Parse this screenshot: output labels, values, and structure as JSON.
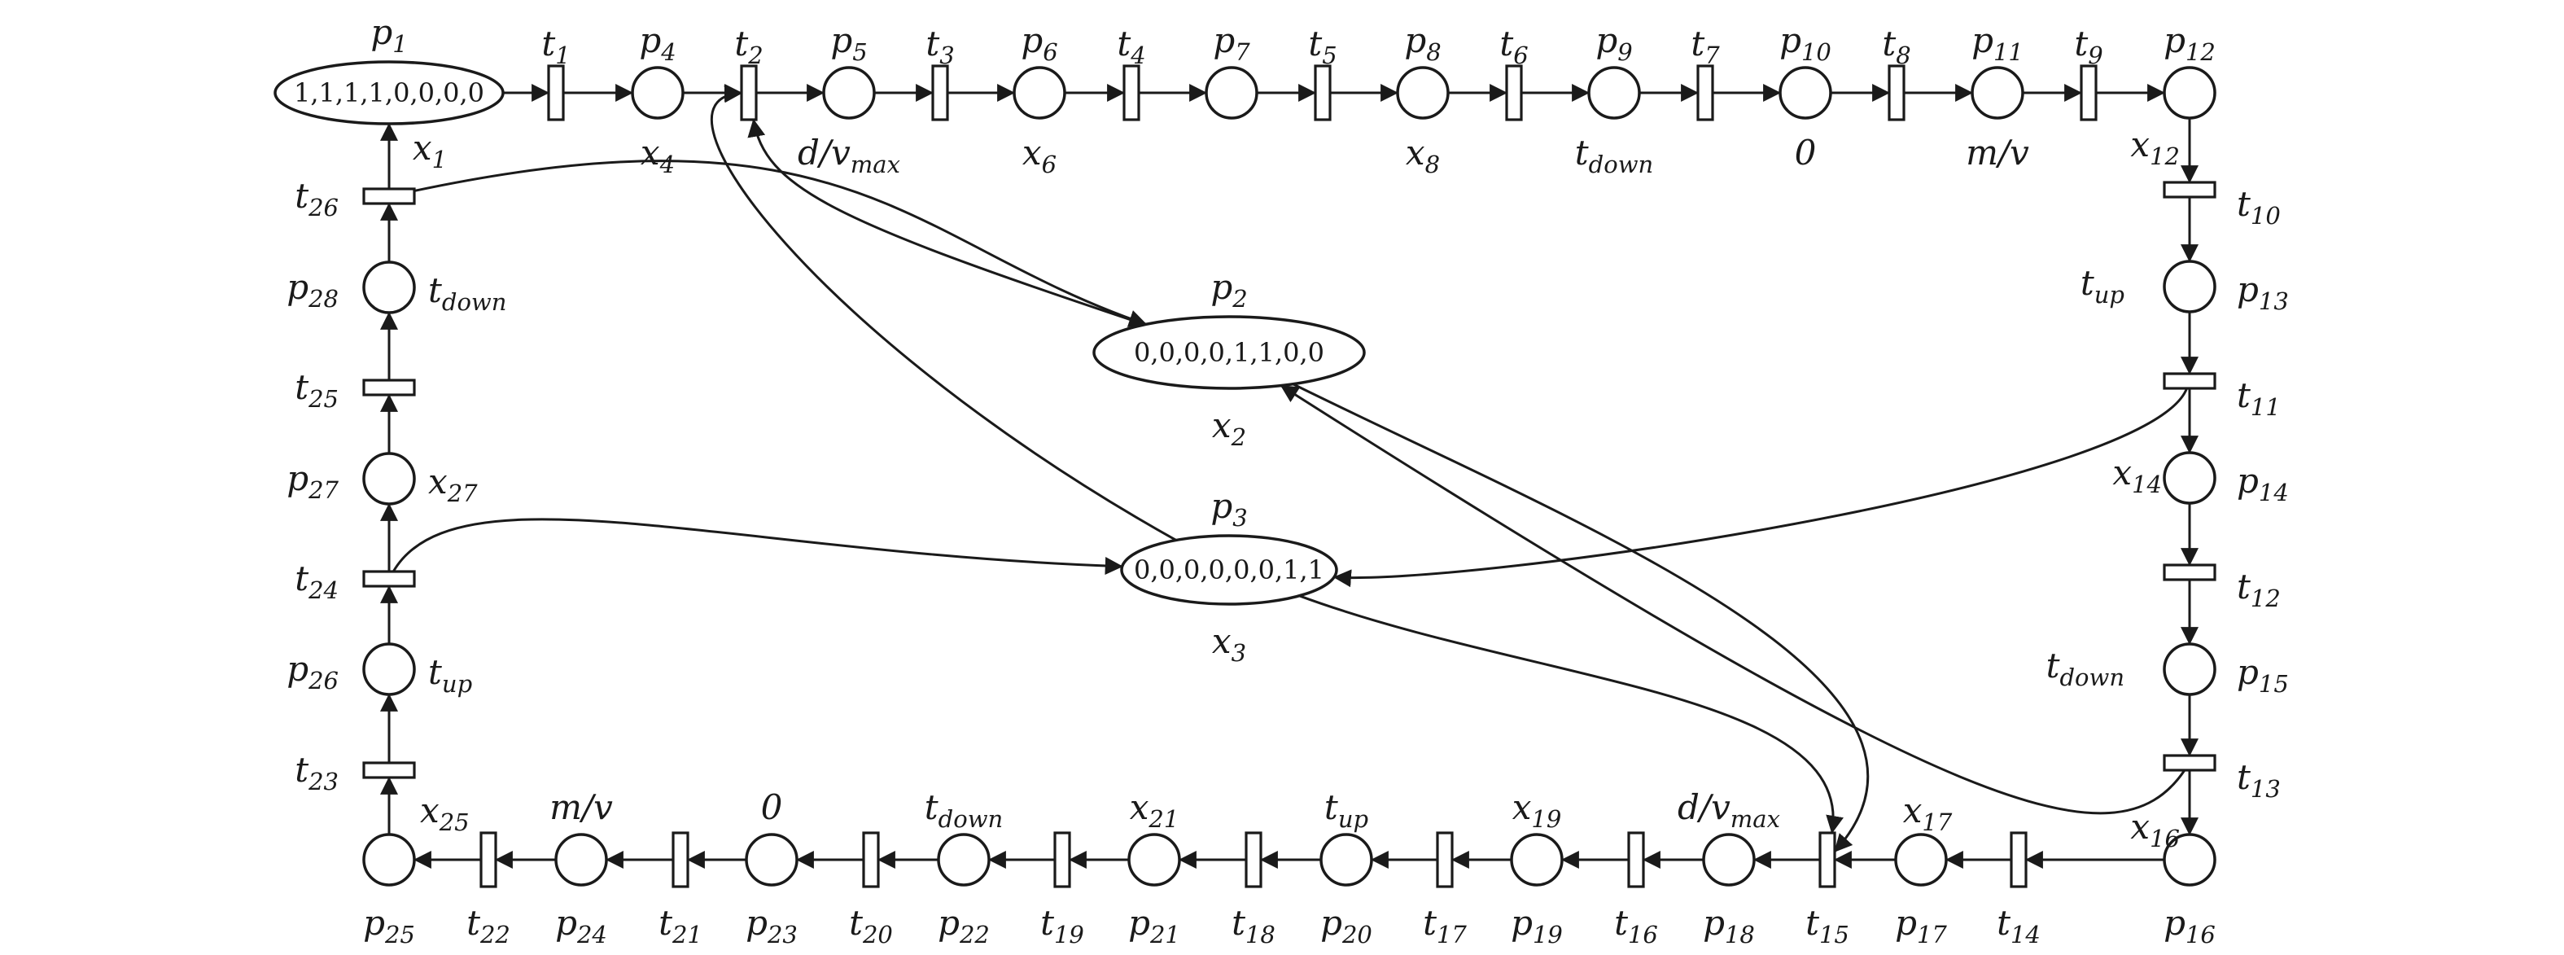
{
  "diagram": {
    "token_places": [
      {
        "id": "p1",
        "label": "p1",
        "marking": "1,1,1,1,0,0,0,0",
        "var": "x1"
      },
      {
        "id": "p2",
        "label": "p2",
        "marking": "0,0,0,0,1,1,0,0",
        "var": "x2"
      },
      {
        "id": "p3",
        "label": "p3",
        "marking": "0,0,0,0,0,0,1,1",
        "var": "x3"
      }
    ],
    "places": [
      {
        "id": "p4",
        "label": "p4",
        "delay": "x4"
      },
      {
        "id": "p5",
        "label": "p5",
        "delay": "d/vmax"
      },
      {
        "id": "p6",
        "label": "p6",
        "delay": "x6"
      },
      {
        "id": "p7",
        "label": "p7",
        "delay": ""
      },
      {
        "id": "p8",
        "label": "p8",
        "delay": "x8"
      },
      {
        "id": "p9",
        "label": "p9",
        "delay": "tdown"
      },
      {
        "id": "p10",
        "label": "p10",
        "delay": "0"
      },
      {
        "id": "p11",
        "label": "p11",
        "delay": "m/v"
      },
      {
        "id": "p12",
        "label": "p12",
        "delay": "x12"
      },
      {
        "id": "p13",
        "label": "p13",
        "delay": "tup"
      },
      {
        "id": "p14",
        "label": "p14",
        "delay": "x14"
      },
      {
        "id": "p15",
        "label": "p15",
        "delay": "tdown"
      },
      {
        "id": "p16",
        "label": "p16",
        "delay": "x16"
      },
      {
        "id": "p17",
        "label": "p17",
        "delay": "x17"
      },
      {
        "id": "p18",
        "label": "p18",
        "delay": "d/vmax"
      },
      {
        "id": "p19",
        "label": "p19",
        "delay": "x19"
      },
      {
        "id": "p20",
        "label": "p20",
        "delay": "tup"
      },
      {
        "id": "p21",
        "label": "p21",
        "delay": "x21"
      },
      {
        "id": "p22",
        "label": "p22",
        "delay": "tdown"
      },
      {
        "id": "p23",
        "label": "p23",
        "delay": "0"
      },
      {
        "id": "p24",
        "label": "p24",
        "delay": "m/v"
      },
      {
        "id": "p25",
        "label": "p25",
        "delay": "x25"
      },
      {
        "id": "p26",
        "label": "p26",
        "delay": "tup"
      },
      {
        "id": "p27",
        "label": "p27",
        "delay": "x27"
      },
      {
        "id": "p28",
        "label": "p28",
        "delay": "tdown"
      }
    ],
    "transitions": [
      "t1",
      "t2",
      "t3",
      "t4",
      "t5",
      "t6",
      "t7",
      "t8",
      "t9",
      "t10",
      "t11",
      "t12",
      "t13",
      "t14",
      "t15",
      "t16",
      "t17",
      "t18",
      "t19",
      "t20",
      "t21",
      "t22",
      "t23",
      "t24",
      "t25",
      "t26"
    ],
    "arcs": [
      [
        "p1",
        "t1"
      ],
      [
        "t1",
        "p4"
      ],
      [
        "p4",
        "t2"
      ],
      [
        "t2",
        "p5"
      ],
      [
        "p5",
        "t3"
      ],
      [
        "t3",
        "p6"
      ],
      [
        "p6",
        "t4"
      ],
      [
        "t4",
        "p7"
      ],
      [
        "p7",
        "t5"
      ],
      [
        "t5",
        "p8"
      ],
      [
        "p8",
        "t6"
      ],
      [
        "t6",
        "p9"
      ],
      [
        "p9",
        "t7"
      ],
      [
        "t7",
        "p10"
      ],
      [
        "p10",
        "t8"
      ],
      [
        "t8",
        "p11"
      ],
      [
        "p11",
        "t9"
      ],
      [
        "t9",
        "p12"
      ],
      [
        "p12",
        "t10"
      ],
      [
        "t10",
        "p13"
      ],
      [
        "p13",
        "t11"
      ],
      [
        "t11",
        "p14"
      ],
      [
        "p14",
        "t12"
      ],
      [
        "t12",
        "p15"
      ],
      [
        "p15",
        "t13"
      ],
      [
        "t13",
        "p16"
      ],
      [
        "p16",
        "t14"
      ],
      [
        "t14",
        "p17"
      ],
      [
        "p17",
        "t15"
      ],
      [
        "t15",
        "p18"
      ],
      [
        "p18",
        "t16"
      ],
      [
        "t16",
        "p19"
      ],
      [
        "p19",
        "t17"
      ],
      [
        "t17",
        "p20"
      ],
      [
        "p20",
        "t18"
      ],
      [
        "t18",
        "p21"
      ],
      [
        "p21",
        "t19"
      ],
      [
        "t19",
        "p22"
      ],
      [
        "p22",
        "t20"
      ],
      [
        "t20",
        "p23"
      ],
      [
        "p23",
        "t21"
      ],
      [
        "t21",
        "p24"
      ],
      [
        "p24",
        "t22"
      ],
      [
        "t22",
        "p25"
      ],
      [
        "p25",
        "t23"
      ],
      [
        "t23",
        "p26"
      ],
      [
        "p26",
        "t24"
      ],
      [
        "t24",
        "p27"
      ],
      [
        "p27",
        "t25"
      ],
      [
        "t25",
        "p28"
      ],
      [
        "p28",
        "t26"
      ],
      [
        "t26",
        "p1"
      ],
      [
        "t26",
        "p2"
      ],
      [
        "p2",
        "t2"
      ],
      [
        "t24",
        "p3"
      ],
      [
        "p3",
        "t2"
      ],
      [
        "t11",
        "p3"
      ],
      [
        "p3",
        "t15"
      ],
      [
        "t13",
        "p2"
      ],
      [
        "p2",
        "t15"
      ]
    ]
  }
}
